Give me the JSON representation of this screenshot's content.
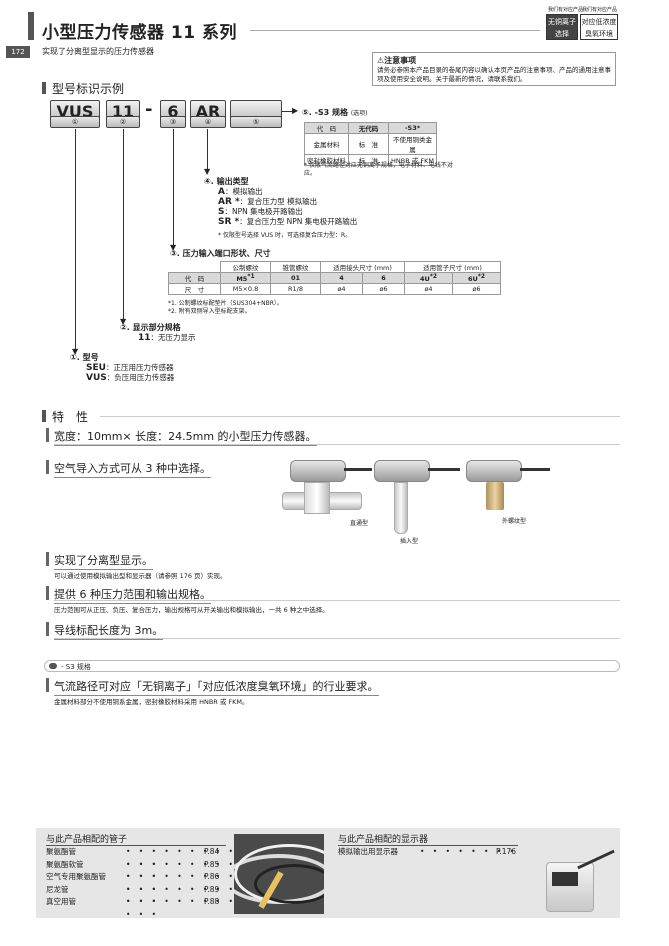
{
  "header": {
    "title": "小型压力传感器 11 系列",
    "page_number": "172",
    "subtitle": "实现了分离型显示的压力传感器",
    "badges": [
      {
        "caption": "我们有对应产品",
        "line1": "无铜离子",
        "line2": "选择"
      },
      {
        "caption": "我们有对应产品",
        "line1": "对应低浓度",
        "line2": "臭氧环境"
      }
    ]
  },
  "notes": {
    "title": "⚠注意事项",
    "text": "请务必参照本产品目录的卷尾内容以确认本页产品的注意事项、产品的通用注意事项及使用安全说明。关于最新的情况，请联系我们。"
  },
  "model": {
    "heading": "型号标识示例",
    "boxes": [
      {
        "code": "VUS",
        "num": "①"
      },
      {
        "code": "11",
        "num": "②"
      },
      {
        "code": "6",
        "num": "③"
      },
      {
        "code": "AR",
        "num": "④"
      },
      {
        "code": "",
        "num": "⑤"
      }
    ],
    "dash": "-",
    "s3": {
      "label": "⑤. -S3 规格",
      "optional": "(选项)",
      "headers": [
        "代　码",
        "无代码",
        "-S3*"
      ],
      "rows": [
        [
          "金属材料",
          "标　准",
          "不使用铜类金属"
        ],
        [
          "密封橡胶材料",
          "标　准",
          "HNBR 或 FKM"
        ]
      ],
      "note": "* 仅限气流路径对应无铜离子规格，电子材料、电线不对应。"
    },
    "output": {
      "label": "④. 输出类型",
      "items": [
        {
          "code": "A",
          "desc": "：模拟输出"
        },
        {
          "code": "AR *",
          "desc": "：复合压力型 模拟输出"
        },
        {
          "code": "S",
          "desc": "：NPN 集电极开路输出"
        },
        {
          "code": "SR *",
          "desc": "：复合压力型 NPN 集电极开路输出"
        }
      ],
      "note": "* 仅限型号选择 VUS 时，可选择复合压力型：R。"
    },
    "port": {
      "label": "③. 压力输入端口形状、尺寸",
      "group_headers": [
        "公制螺纹",
        "锥管螺纹",
        "适用接头尺寸 (mm)",
        "适用管子尺寸 (mm)"
      ],
      "code_label": "代　码",
      "size_label": "尺　寸",
      "codes": [
        "M5",
        "01",
        "4",
        "6",
        "4U",
        "6U"
      ],
      "code_marks": [
        "*1",
        "",
        "",
        "",
        "*2",
        "*2"
      ],
      "sizes": [
        "M5×0.8",
        "R1/8",
        "ø4",
        "ø6",
        "ø4",
        "ø6"
      ],
      "notes": [
        "*1. 公制螺纹标配垫片（SUS304+NBR）。",
        "*2. 附有双侧导入型标配支架。"
      ]
    },
    "display": {
      "label": "②. 显示部分规格",
      "code": "11",
      "desc": "：无压力显示"
    },
    "type": {
      "label": "①. 型号",
      "items": [
        {
          "code": "SEU",
          "desc": "：正压用压力传感器"
        },
        {
          "code": "VUS",
          "desc": "：负压用压力传感器"
        }
      ]
    }
  },
  "features": {
    "heading": "特　性",
    "items": [
      {
        "title": "宽度：10mm× 长度：24.5mm 的小型压力传感器。",
        "note": ""
      },
      {
        "title": "空气导入方式可从 3 种中选择。",
        "note": ""
      },
      {
        "title": "实现了分离型显示。",
        "note": "可以通过使用模拟输出型和显示器（请参照 176 页）实现。"
      },
      {
        "title": "提供 6 种压力范围和输出规格。",
        "note": "压力范围可从正压、负压、复合压力，输出规格可从开关输出和模拟输出，一共 6 种之中选择。"
      },
      {
        "title": "导线标配长度为 3m。",
        "note": ""
      }
    ],
    "captions": [
      "直通型",
      "插入型",
      "外螺纹型"
    ]
  },
  "s3spec": {
    "label": "- S3 规格",
    "title": "气流路径可对应「无铜离子」「对应低浓度臭氧环境」的行业要求。",
    "note": "金属材料部分不使用铜系金属，密封橡胶材料采用 HNBR 或 FKM。"
  },
  "bottom": {
    "tubes_title": "与此产品相配的管子",
    "tubes": [
      {
        "name": "聚氨酯管",
        "page": "P.84"
      },
      {
        "name": "聚氨酯软管",
        "page": "P.85"
      },
      {
        "name": "空气专用聚氨酯管",
        "page": "P.86"
      },
      {
        "name": "尼龙管",
        "page": "P.89"
      },
      {
        "name": "真空用管",
        "page": "P.88"
      }
    ],
    "display_title": "与此产品相配的显示器",
    "displays": [
      {
        "name": "模拟输出用显示器",
        "page": "P.176"
      }
    ],
    "leader": "• • • • • • • • • • • •"
  }
}
